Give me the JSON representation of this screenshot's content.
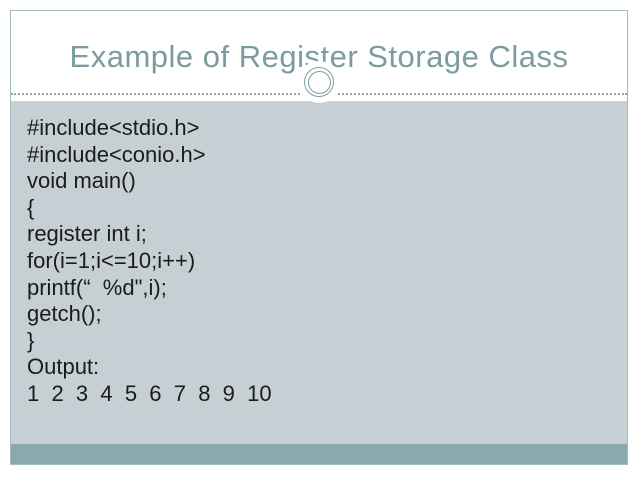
{
  "slide": {
    "title": "Example of Register Storage Class",
    "code_lines": [
      "#include<stdio.h>",
      "#include<conio.h>",
      "void main()",
      "{",
      "register int i;",
      "for(i=1;i<=10;i++)",
      "printf(“  %d\",i);",
      "getch();",
      "}",
      "Output:",
      "1  2  3  4  5  6  7  8  9  10"
    ],
    "colors": {
      "page_bg": "#ffffff",
      "slide_border": "#a4bbbd",
      "title_text": "#7c9ba0",
      "divider_dots": "#8ba7ac",
      "ornament_ring": "#7e9ea2",
      "content_bg": "#c6cfd4",
      "code_text": "#1b1b1b",
      "footer_band": "#89aaac"
    }
  }
}
